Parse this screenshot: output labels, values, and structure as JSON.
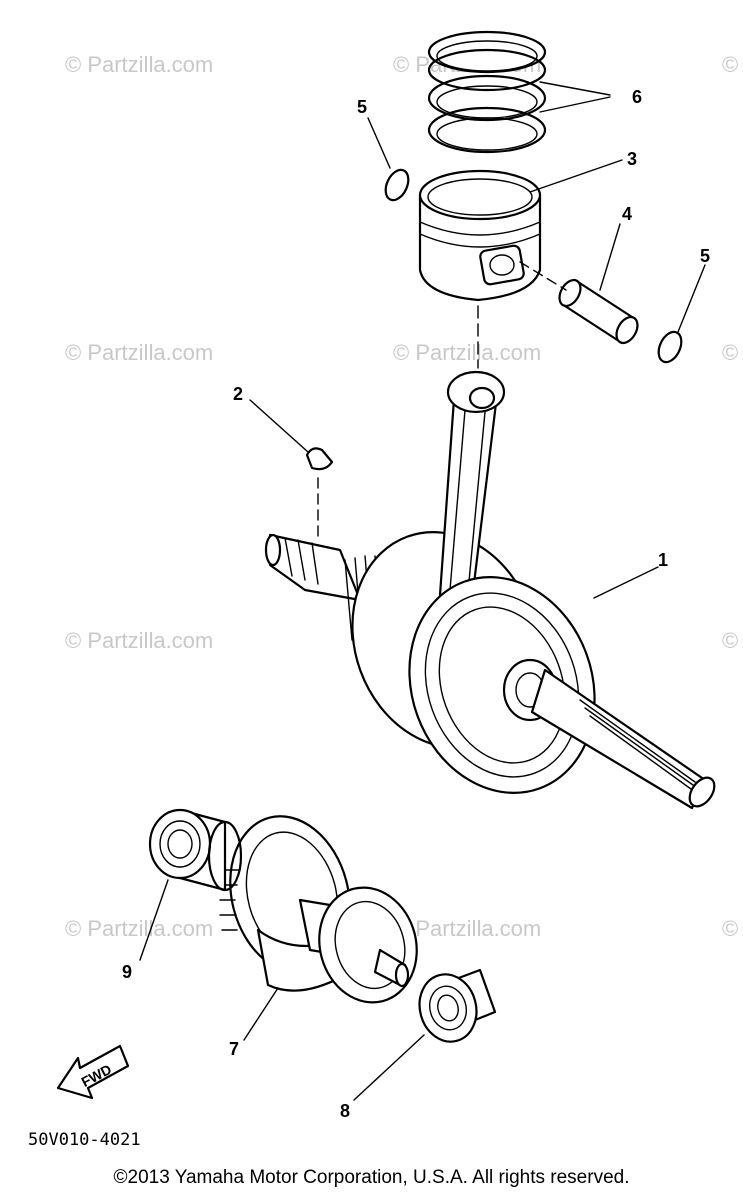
{
  "watermark": "© Partzilla.com",
  "diagram_code": "50V010-4021",
  "fwd_label": "FWD",
  "copyright": "©2013 Yamaha Motor Corporation, U.S.A. All rights reserved.",
  "callouts": {
    "crankshaft": "1",
    "key": "2",
    "piston": "3",
    "piston_pin": "4",
    "clip_left": "5",
    "clip_right": "5",
    "ring_set": "6",
    "balancer": "7",
    "bearing_right": "8",
    "bearing_left": "9"
  }
}
